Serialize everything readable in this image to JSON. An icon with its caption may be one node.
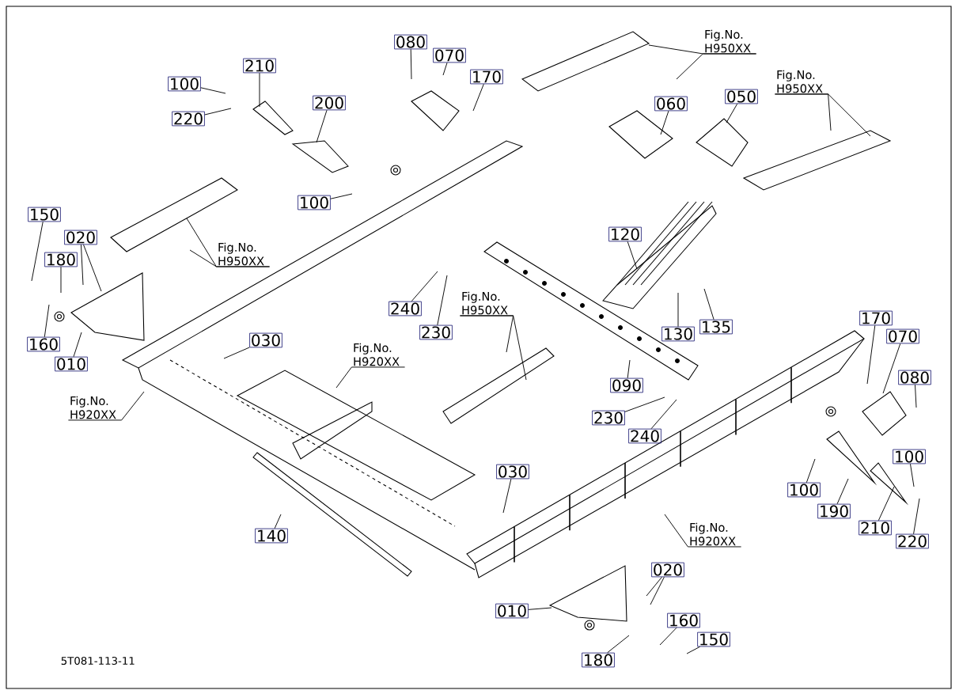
{
  "diagram": {
    "nodes": [
      {
        "text": [
          "080"
        ]
      },
      {
        "text": [
          "070"
        ]
      },
      {
        "text": [
          "170"
        ]
      },
      {
        "text": [
          "210"
        ]
      },
      {
        "text": [
          "100"
        ]
      },
      {
        "text": [
          "220"
        ]
      },
      {
        "text": [
          "200"
        ]
      },
      {
        "text": [
          "Fig.No. H950XX"
        ]
      },
      {
        "text": [
          "060"
        ]
      },
      {
        "text": [
          "050"
        ]
      },
      {
        "text": [
          "Fig.No. H950XX"
        ]
      },
      {
        "text": [
          "100"
        ]
      },
      {
        "text": [
          "150"
        ]
      },
      {
        "text": [
          "020"
        ]
      },
      {
        "text": [
          "180"
        ]
      },
      {
        "text": [
          "Fig.No. H950XX"
        ]
      },
      {
        "text": [
          "160"
        ]
      },
      {
        "text": [
          "010"
        ]
      },
      {
        "text": [
          "030"
        ]
      },
      {
        "text": [
          "240"
        ]
      },
      {
        "text": [
          "230"
        ]
      },
      {
        "text": [
          "120"
        ]
      },
      {
        "text": [
          "Fig.No. H950XX"
        ]
      },
      {
        "text": [
          "Fig.No. H920XX"
        ]
      },
      {
        "text": [
          "130"
        ]
      },
      {
        "text": [
          "135"
        ]
      },
      {
        "text": [
          "Fig.No. H920XX"
        ]
      },
      {
        "text": [
          "090"
        ]
      },
      {
        "text": [
          "170"
        ]
      },
      {
        "text": [
          "070"
        ]
      },
      {
        "text": [
          "080"
        ]
      },
      {
        "text": [
          "230"
        ]
      },
      {
        "text": [
          "240"
        ]
      },
      {
        "text": [
          "030"
        ]
      },
      {
        "text": [
          "100"
        ]
      },
      {
        "text": [
          "100"
        ]
      },
      {
        "text": [
          "190"
        ]
      },
      {
        "text": [
          "140"
        ]
      },
      {
        "text": [
          "Fig.No. H920XX"
        ]
      },
      {
        "text": [
          "210"
        ]
      },
      {
        "text": [
          "220"
        ]
      },
      {
        "text": [
          "020"
        ]
      },
      {
        "text": [
          "010"
        ]
      },
      {
        "text": [
          "160"
        ]
      },
      {
        "text": [
          "150"
        ]
      },
      {
        "text": [
          "180"
        ]
      }
    ],
    "edges": [
      {
        "from": 0,
        "to": null,
        "arrow": "none"
      },
      {
        "from": 1,
        "to": null,
        "arrow": "none"
      },
      {
        "from": 2,
        "to": null,
        "arrow": "none"
      },
      {
        "from": 3,
        "to": null,
        "arrow": "none"
      },
      {
        "from": 4,
        "to": null,
        "arrow": "none"
      },
      {
        "from": 5,
        "to": null,
        "arrow": "none"
      },
      {
        "from": 6,
        "to": null,
        "arrow": "none"
      },
      {
        "from": 7,
        "to": null,
        "arrow": "none"
      },
      {
        "from": 7,
        "to": null,
        "arrow": "none"
      },
      {
        "from": 8,
        "to": null,
        "arrow": "none"
      },
      {
        "from": 9,
        "to": null,
        "arrow": "none"
      },
      {
        "from": 10,
        "to": null,
        "arrow": "none"
      },
      {
        "from": 10,
        "to": null,
        "arrow": "none"
      },
      {
        "from": 11,
        "to": null,
        "arrow": "none"
      },
      {
        "from": 12,
        "to": null,
        "arrow": "none"
      },
      {
        "from": 13,
        "to": null,
        "arrow": "none"
      },
      {
        "from": 13,
        "to": null,
        "arrow": "none"
      },
      {
        "from": 14,
        "to": null,
        "arrow": "none"
      },
      {
        "from": 15,
        "to": null,
        "arrow": "none"
      },
      {
        "from": 15,
        "to": null,
        "arrow": "none"
      },
      {
        "from": 16,
        "to": null,
        "arrow": "none"
      },
      {
        "from": 17,
        "to": null,
        "arrow": "none"
      },
      {
        "from": 18,
        "to": null,
        "arrow": "none"
      },
      {
        "from": 19,
        "to": null,
        "arrow": "none"
      },
      {
        "from": 20,
        "to": null,
        "arrow": "none"
      },
      {
        "from": 21,
        "to": null,
        "arrow": "none"
      },
      {
        "from": 22,
        "to": null,
        "arrow": "none"
      },
      {
        "from": 22,
        "to": null,
        "arrow": "none"
      },
      {
        "from": 23,
        "to": null,
        "arrow": "none"
      },
      {
        "from": 24,
        "to": null,
        "arrow": "none"
      },
      {
        "from": 25,
        "to": null,
        "arrow": "none"
      },
      {
        "from": 26,
        "to": null,
        "arrow": "none"
      },
      {
        "from": 27,
        "to": null,
        "arrow": "none"
      },
      {
        "from": 28,
        "to": null,
        "arrow": "none"
      },
      {
        "from": 29,
        "to": null,
        "arrow": "none"
      },
      {
        "from": 30,
        "to": null,
        "arrow": "none"
      },
      {
        "from": 31,
        "to": null,
        "arrow": "none"
      },
      {
        "from": 32,
        "to": null,
        "arrow": "none"
      },
      {
        "from": 33,
        "to": null,
        "arrow": "none"
      },
      {
        "from": 34,
        "to": null,
        "arrow": "none"
      },
      {
        "from": 35,
        "to": null,
        "arrow": "none"
      },
      {
        "from": 36,
        "to": null,
        "arrow": "none"
      },
      {
        "from": 37,
        "to": null,
        "arrow": "none"
      },
      {
        "from": 38,
        "to": null,
        "arrow": "none"
      },
      {
        "from": 39,
        "to": null,
        "arrow": "none"
      },
      {
        "from": 40,
        "to": null,
        "arrow": "none"
      },
      {
        "from": 41,
        "to": null,
        "arrow": "none"
      },
      {
        "from": 41,
        "to": null,
        "arrow": "none"
      },
      {
        "from": 42,
        "to": null,
        "arrow": "none"
      },
      {
        "from": 43,
        "to": null,
        "arrow": "none"
      },
      {
        "from": 44,
        "to": null,
        "arrow": "none"
      },
      {
        "from": 45,
        "to": null,
        "arrow": "none"
      }
    ],
    "labels": [
      "5T081-113-11"
    ]
  }
}
